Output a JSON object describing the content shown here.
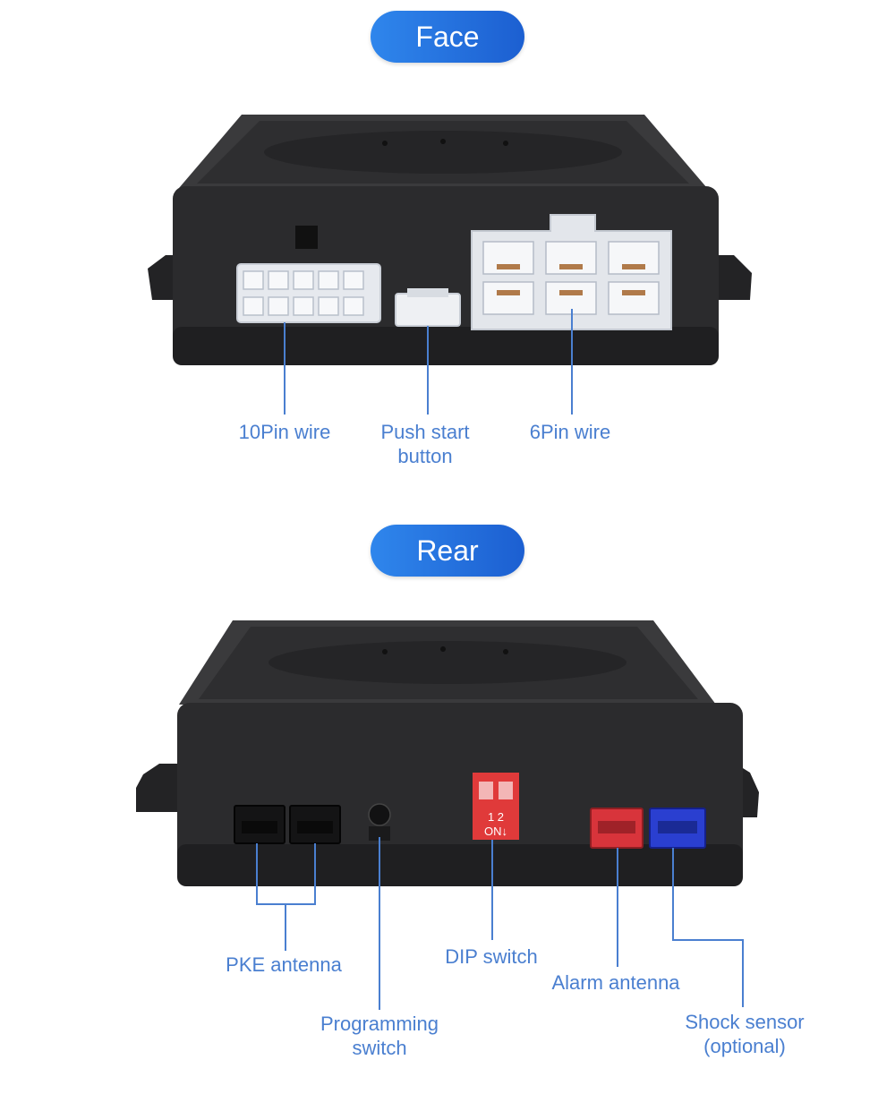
{
  "sections": {
    "face": {
      "title": "Face",
      "labels": {
        "pin10": "10Pin wire",
        "push_start": "Push start\nbutton",
        "pin6": "6Pin wire"
      }
    },
    "rear": {
      "title": "Rear",
      "dip_marks": "1 2",
      "dip_on": "ON↓",
      "labels": {
        "pke": "PKE antenna",
        "programming": "Programming\nswitch",
        "dip": "DIP switch",
        "alarm": "Alarm antenna",
        "shock": "Shock sensor\n(optional)"
      }
    }
  },
  "colors": {
    "accent": "#1c5fd1",
    "label": "#4a7fd0",
    "device_body": "#2b2b2d",
    "alarm_connector": "#d8343b",
    "shock_connector": "#2a3fd0",
    "dip_switch": "#e03a3a"
  }
}
